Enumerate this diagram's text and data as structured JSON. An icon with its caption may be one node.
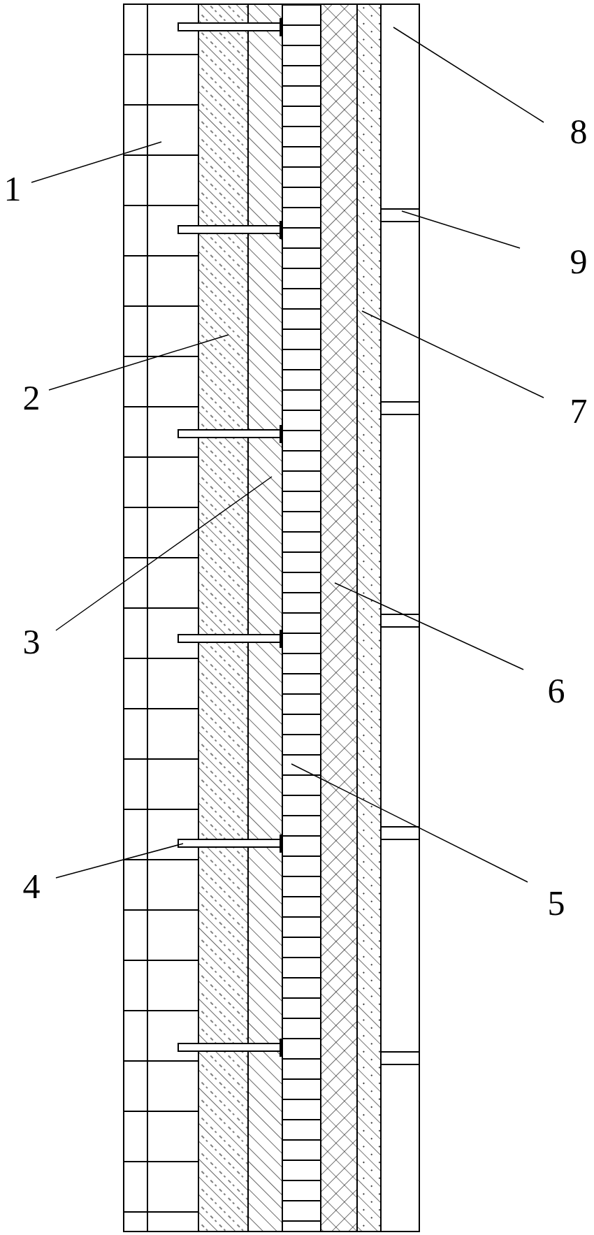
{
  "diagram": {
    "nodes": [
      {
        "text": [
          "1"
        ]
      },
      {
        "text": [
          "2"
        ]
      },
      {
        "text": [
          "3"
        ]
      },
      {
        "text": [
          "4"
        ]
      },
      {
        "text": [
          "5"
        ]
      },
      {
        "text": [
          "6"
        ]
      },
      {
        "text": [
          "7"
        ]
      },
      {
        "text": [
          "8"
        ]
      },
      {
        "text": [
          "9"
        ]
      },
      {
        "text": [],
        "shape": "box"
      },
      {
        "text": [],
        "shape": "box"
      },
      {
        "text": [],
        "shape": "box"
      },
      {
        "text": [],
        "shape": "bar"
      },
      {
        "text": [],
        "shape": "box"
      },
      {
        "text": [],
        "shape": "box"
      },
      {
        "text": [],
        "shape": "box"
      },
      {
        "text": [],
        "shape": "box"
      },
      {
        "text": [],
        "shape": "bar",
        "in": 16
      },
      {
        "text": [],
        "shape": "bar",
        "in": 16
      },
      {
        "text": [],
        "shape": "bar",
        "in": 16
      },
      {
        "text": [],
        "shape": "bar",
        "in": 16
      },
      {
        "text": [],
        "shape": "bar",
        "in": 16
      }
    ],
    "edges": [
      {
        "from": 0,
        "to": 9,
        "arrow": "none"
      },
      {
        "from": 1,
        "to": 10,
        "arrow": "none"
      },
      {
        "from": 2,
        "to": 11,
        "arrow": "none"
      },
      {
        "from": 3,
        "to": 12,
        "arrow": "none"
      },
      {
        "from": 4,
        "to": 13,
        "arrow": "none"
      },
      {
        "from": 5,
        "to": 14,
        "arrow": "none"
      },
      {
        "from": 6,
        "to": 15,
        "arrow": "none"
      },
      {
        "from": 7,
        "to": 16,
        "arrow": "none"
      },
      {
        "from": 8,
        "to": 17,
        "arrow": "none"
      }
    ]
  }
}
